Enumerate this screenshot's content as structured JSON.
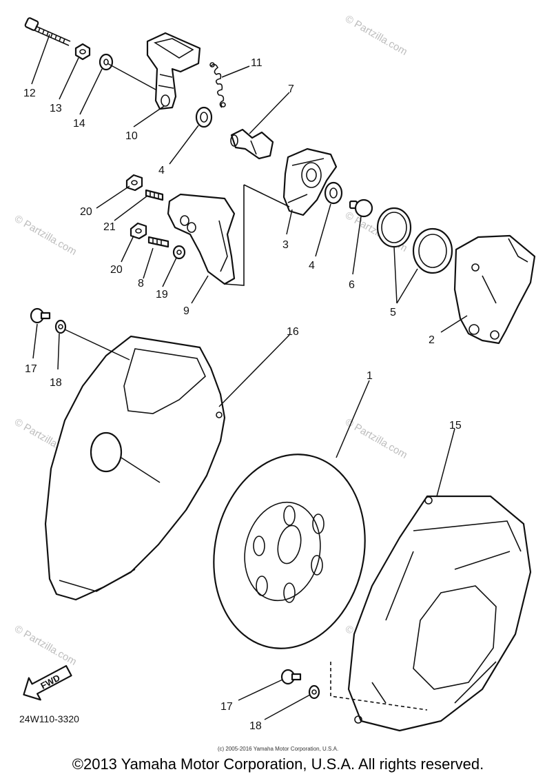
{
  "diagram": {
    "callouts": {
      "c1": "1",
      "c2": "2",
      "c3": "3",
      "c4a": "4",
      "c4b": "4",
      "c5": "5",
      "c6": "6",
      "c7": "7",
      "c8": "8",
      "c9": "9",
      "c10": "10",
      "c11": "11",
      "c12": "12",
      "c13": "13",
      "c14": "14",
      "c15": "15",
      "c16": "16",
      "c17a": "17",
      "c17b": "17",
      "c18a": "18",
      "c18b": "18",
      "c19": "19",
      "c20a": "20",
      "c20b": "20",
      "c21": "21"
    },
    "fwd_label": "FWD",
    "diagram_code": "24W110-3320"
  },
  "watermark": {
    "text": "© Partzilla.com"
  },
  "footer": {
    "small_copyright": "(c) 2005-2016 Yamaha Motor Corporation, U.S.A.",
    "copyright": "©2013 Yamaha Motor Corporation, U.S.A. All rights reserved."
  }
}
